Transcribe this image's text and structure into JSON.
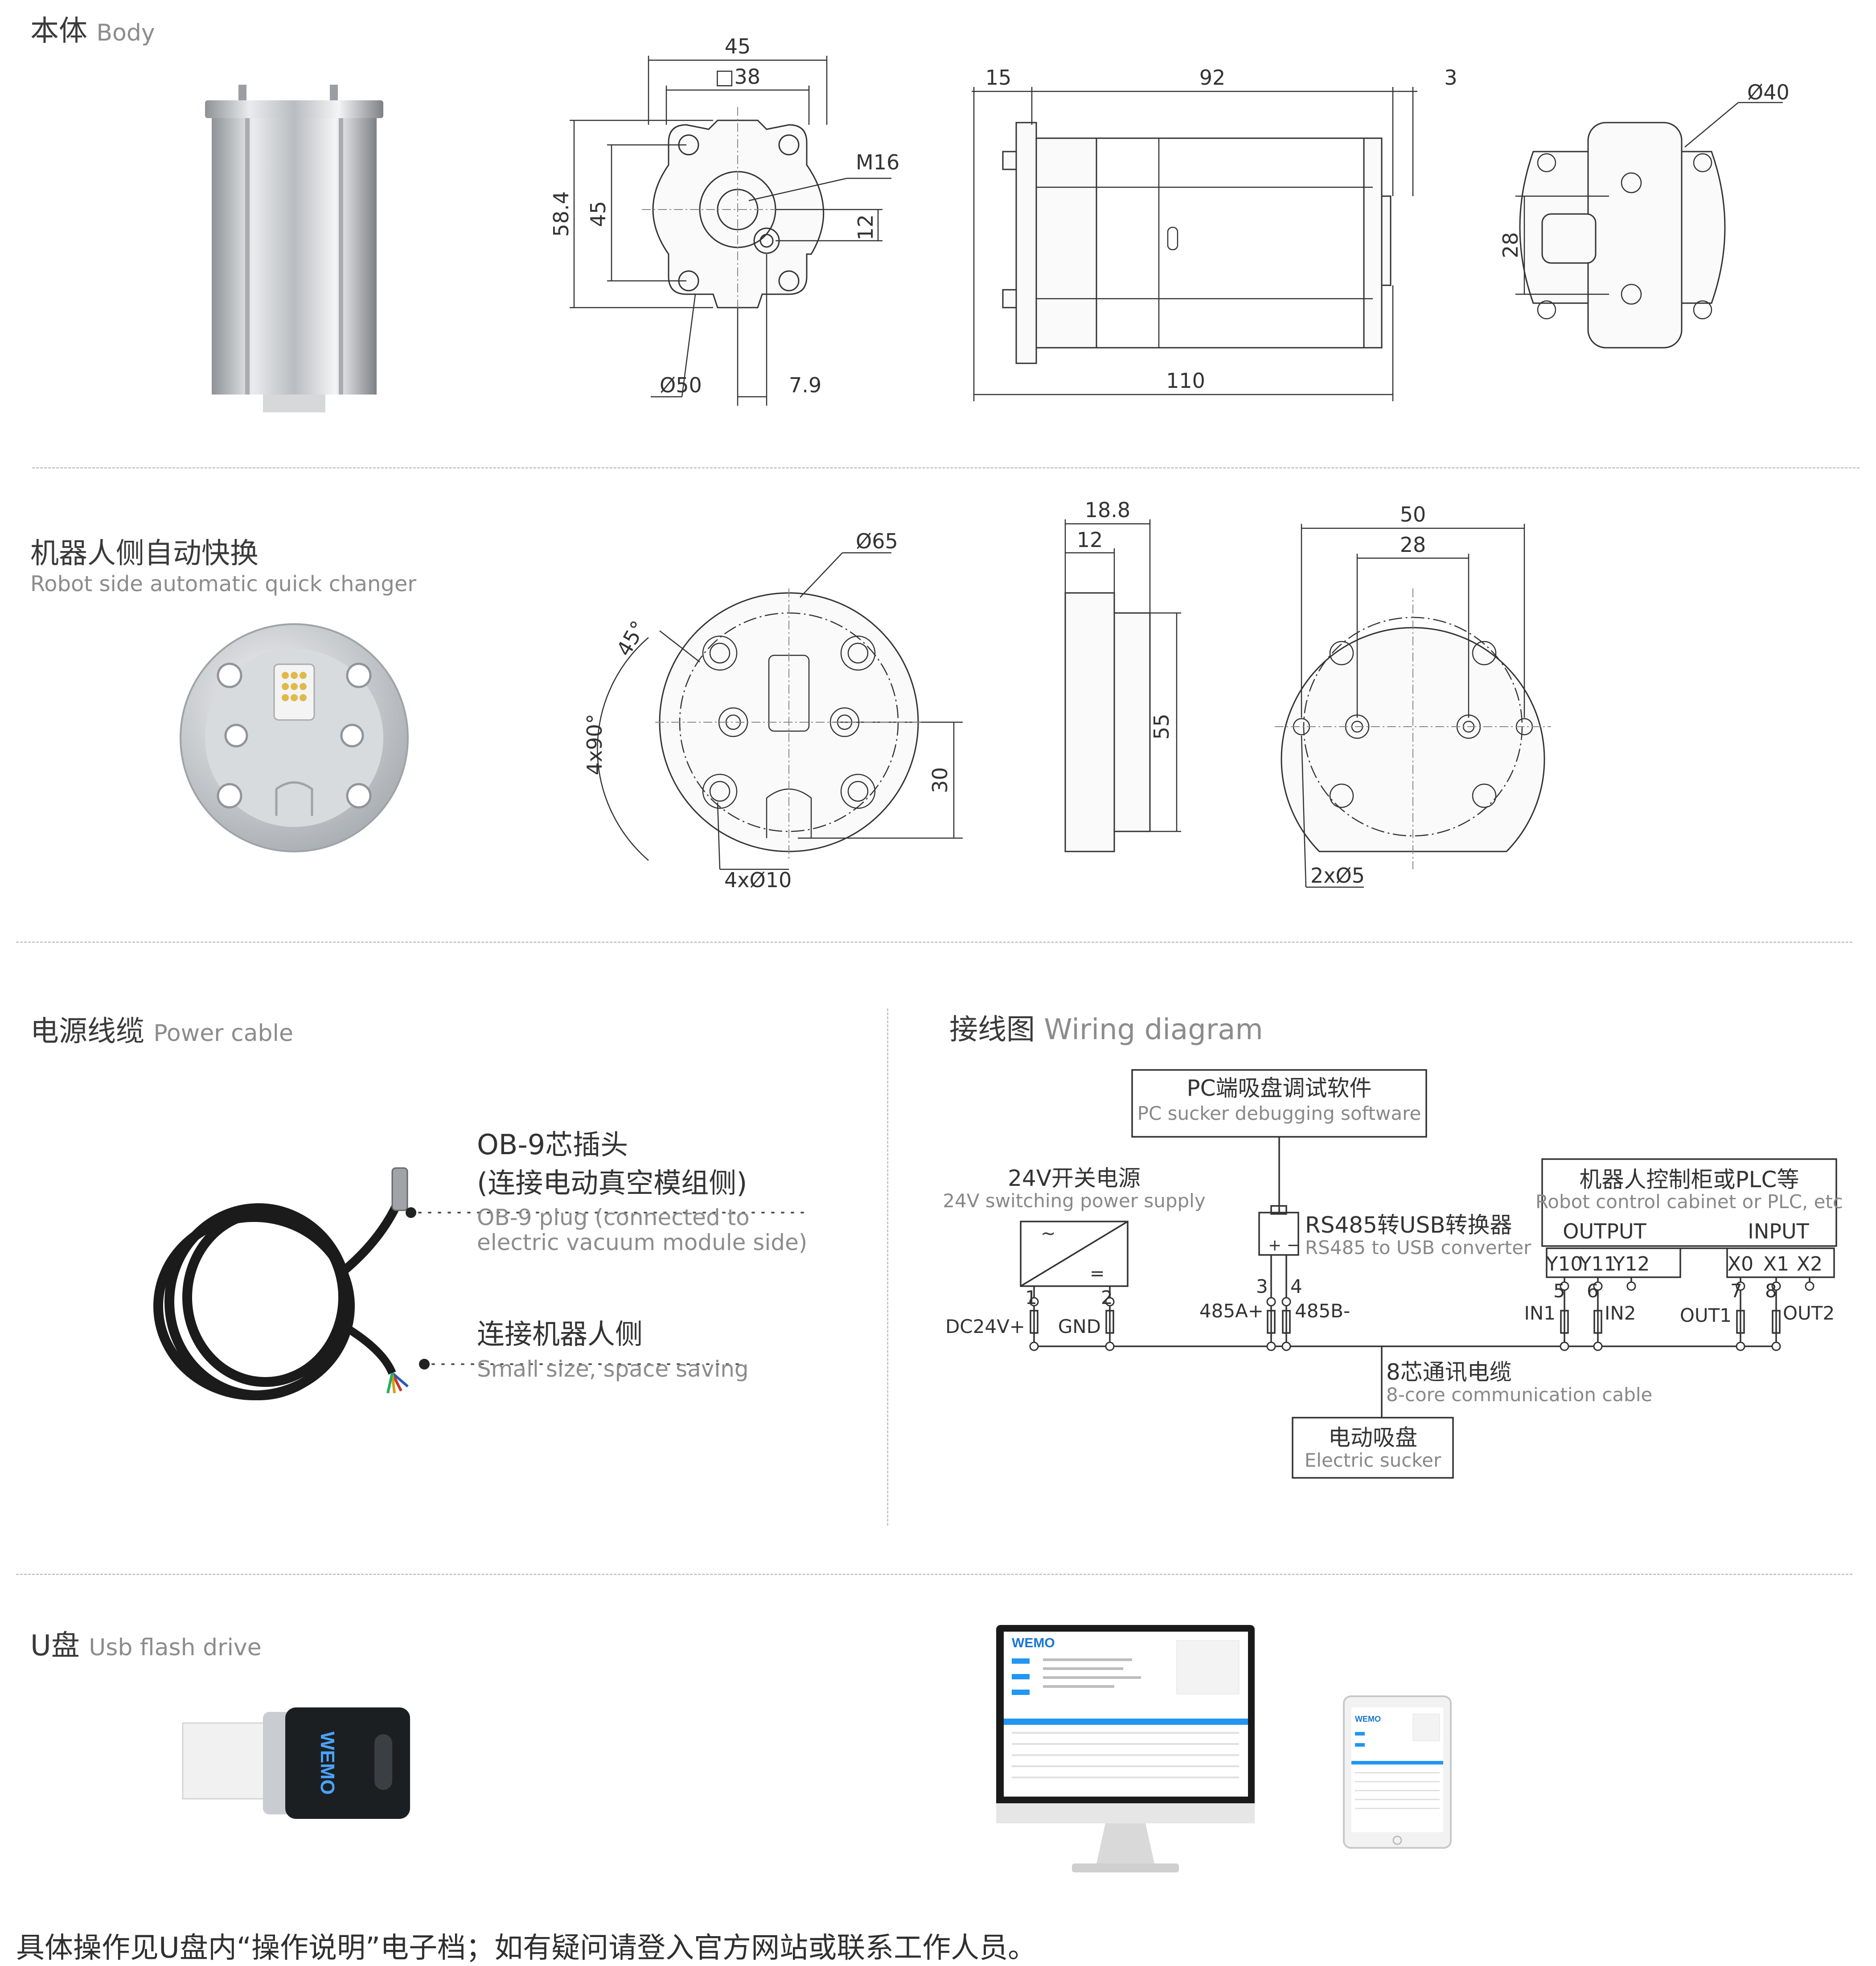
{
  "sections": {
    "body": {
      "title_cn": "本体",
      "title_en": "Body"
    },
    "changer": {
      "title_cn": "机器人侧自动快换",
      "title_en": "Robot side automatic quick changer"
    },
    "cable": {
      "title_cn": "电源线缆",
      "title_en": "Power cable"
    },
    "wiring": {
      "title_cn": "接线图",
      "title_en": "Wiring diagram"
    },
    "usb": {
      "title_cn": "U盘",
      "title_en": "Usb flash drive"
    }
  },
  "body_dims": {
    "front": {
      "w45": "45",
      "sq38": "□38",
      "m16": "M16",
      "h58": "58.4",
      "h45": "45",
      "h12": "12",
      "d50": "Ø50",
      "off79": "7.9"
    },
    "side": {
      "l15": "15",
      "l92": "92",
      "l3": "3",
      "l110": "110"
    },
    "back": {
      "d40": "Ø40",
      "h28": "28"
    }
  },
  "changer_dims": {
    "front": {
      "d65": "Ø65",
      "a45": "45°",
      "a4x90": "4x90°",
      "h30": "30",
      "holes": "4xØ10"
    },
    "side": {
      "w188": "18.8",
      "w12": "12",
      "h55": "55"
    },
    "back": {
      "w50": "50",
      "w28": "28",
      "holes": "2xØ5"
    }
  },
  "cable": {
    "plug_cn1": "OB-9芯插头",
    "plug_cn2": "(连接电动真空模组侧)",
    "plug_en1": "OB-9 plug (connected to",
    "plug_en2": "electric vacuum module side)",
    "robot_cn": "连接机器人侧",
    "robot_en": "Small size, space saving"
  },
  "wiring": {
    "pc_cn": "PC端吸盘调试软件",
    "pc_en": "PC sucker debugging software",
    "psu_cn": "24V开关电源",
    "psu_en": "24V switching power supply",
    "rs_cn": "RS485转USB转换器",
    "rs_en": "RS485 to USB converter",
    "plc_cn": "机器人控制柜或PLC等",
    "plc_en": "Robot control cabinet or PLC, etc",
    "output": "OUTPUT",
    "input": "INPUT",
    "y10": "Y10",
    "y11": "Y11",
    "y12": "Y12",
    "x0": "X0",
    "x1": "X1",
    "x2": "X2",
    "p1": "1",
    "p2": "2",
    "p3": "3",
    "p4": "4",
    "p5": "5",
    "p6": "6",
    "p7": "7",
    "p8": "8",
    "dc24": "DC24V+",
    "gnd": "GND",
    "a485": "485A+",
    "b485": "485B-",
    "in1": "IN1",
    "in2": "IN2",
    "out1": "OUT1",
    "out2": "OUT2",
    "cable_cn": "8芯通讯电缆",
    "cable_en": "8-core communication cable",
    "sucker_cn": "电动吸盘",
    "sucker_en": "Electric sucker"
  },
  "usb": {
    "brand": "WEMO",
    "drive_logo": "WEMO"
  },
  "footer": "具体操作见U盘内“操作说明”电子档；如有疑问请登入官方网站或联系工作人员。"
}
